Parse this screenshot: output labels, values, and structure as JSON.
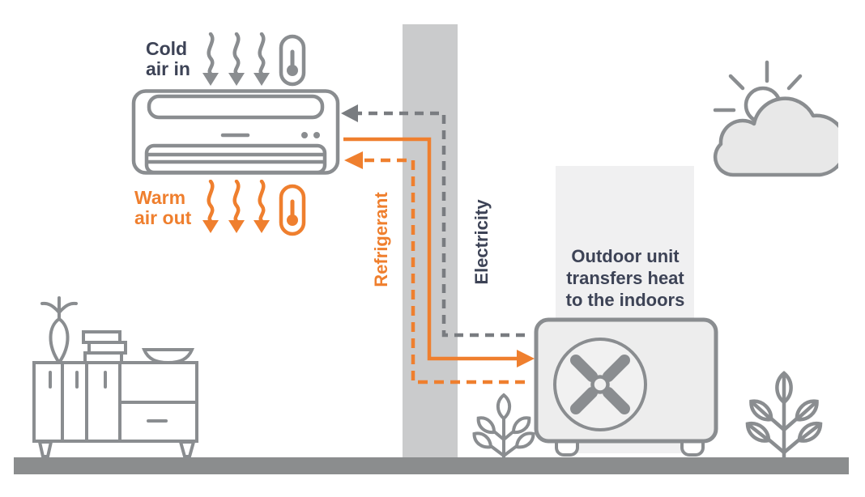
{
  "diagram": {
    "indoor": {
      "cold_air_label": "Cold\nair in",
      "warm_air_label": "Warm\nair out"
    },
    "flows": {
      "refrigerant_label": "Refrigerant",
      "electricity_label": "Electricity"
    },
    "outdoor": {
      "caption": "Outdoor unit\ntransfers heat\nto the indoors"
    },
    "colors": {
      "accent_orange": "#ef7f2e",
      "text_navy": "#3d4356",
      "outline_gray": "#8a8d90",
      "dash_gray": "#797c80",
      "wall_gray": "#cacbcc",
      "ground_gray": "#8b8d8e",
      "panel_gray": "#f0f0f1"
    },
    "icons": {
      "thermometer-cold-icon": "thermometer outline, gray",
      "thermometer-warm-icon": "thermometer outline, orange",
      "cold-air-arrows-icon": "three wavy down arrows, gray",
      "warm-air-arrows-icon": "three wavy down arrows, orange",
      "indoor-unit-icon": "wall-mounted mini-split unit",
      "outdoor-unit-icon": "outdoor condenser box with fan",
      "sun-cloud-icon": "sun behind cloud",
      "cabinet-icon": "sideboard with vase, books, bowl",
      "plant-icon": "leafy sprout"
    }
  }
}
